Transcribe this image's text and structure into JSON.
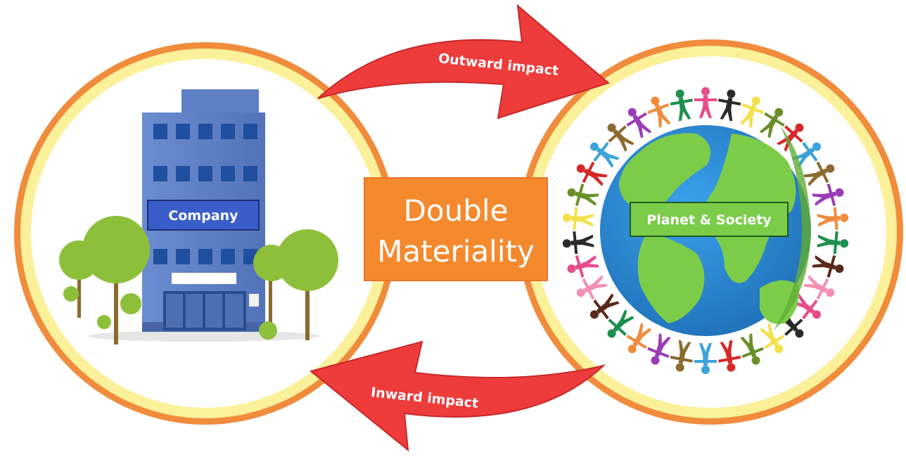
{
  "diagram": {
    "center_label_line1": "Double",
    "center_label_line2": "Materiality",
    "company_label": "Company",
    "planet_label": "Planet & Society",
    "outward_label": "Outward impact",
    "inward_label": "Inward impact"
  },
  "colors": {
    "ring_outer": "#f08c3c",
    "ring_inner": "#fbf19a",
    "arrow_fill": "#ee3b3b",
    "arrow_stroke": "#c62a2a",
    "center_box": "#f5892e",
    "building": "#5e7fc4",
    "company_label_bg": "#3b5dc9",
    "ocean": "#2f8fd8",
    "land": "#7ccc4a",
    "tree": "#8ebf3b",
    "planet_label_bg": "#7ccc4a"
  }
}
